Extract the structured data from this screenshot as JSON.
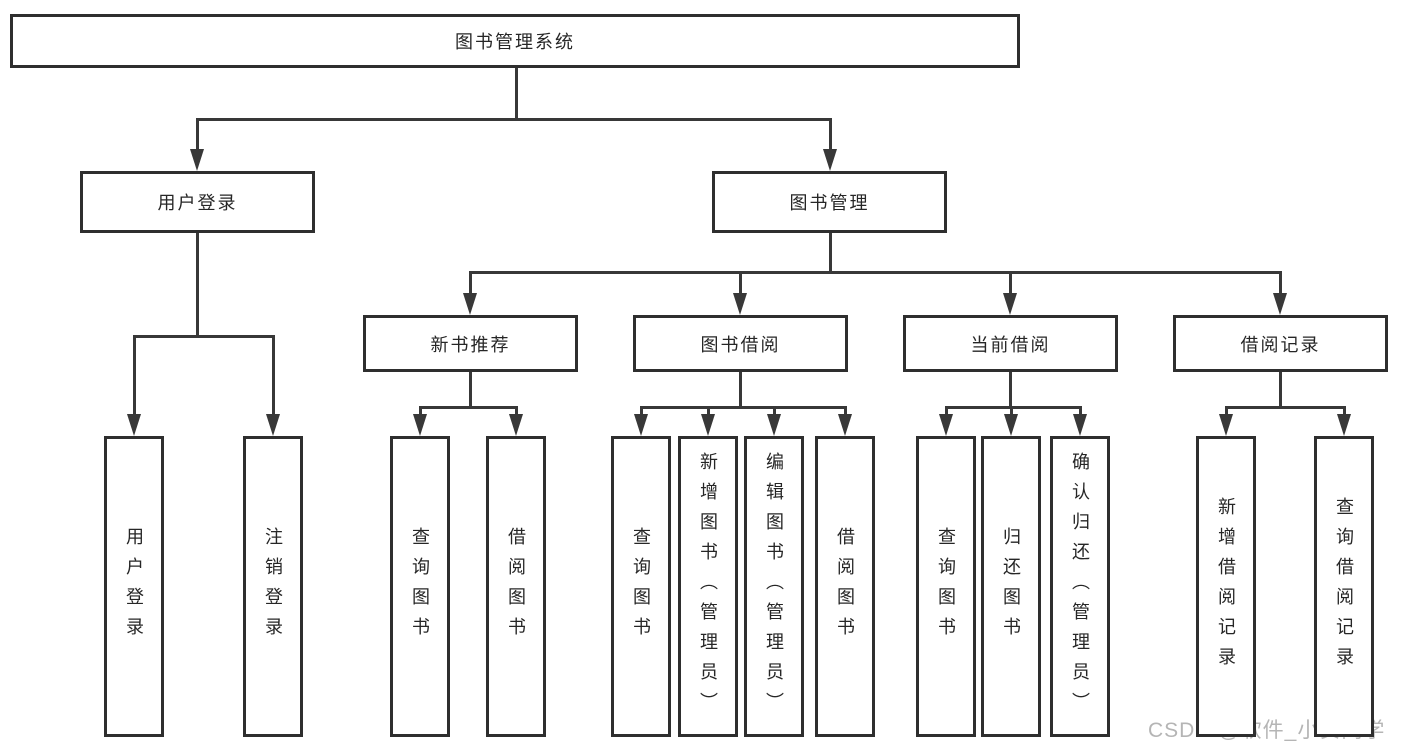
{
  "diagram": {
    "title": "图书管理系统",
    "nodes": [
      {
        "id": "root",
        "label": "图书管理系统"
      },
      {
        "id": "user-login",
        "label": "用户登录"
      },
      {
        "id": "book-management",
        "label": "图书管理"
      },
      {
        "id": "new-book-recommend",
        "label": "新书推荐"
      },
      {
        "id": "book-borrow",
        "label": "图书借阅"
      },
      {
        "id": "current-borrow",
        "label": "当前借阅"
      },
      {
        "id": "borrow-records",
        "label": "借阅记录"
      },
      {
        "id": "leaf-user-login",
        "label": "用户登录"
      },
      {
        "id": "leaf-logout",
        "label": "注销登录"
      },
      {
        "id": "leaf-query-book-1",
        "label": "查询图书"
      },
      {
        "id": "leaf-borrow-book-1",
        "label": "借阅图书"
      },
      {
        "id": "leaf-query-book-2",
        "label": "查询图书"
      },
      {
        "id": "leaf-add-book-admin",
        "label": "新增图书（管理员）"
      },
      {
        "id": "leaf-edit-book-admin",
        "label": "编辑图书（管理员）"
      },
      {
        "id": "leaf-borrow-book-2",
        "label": "借阅图书"
      },
      {
        "id": "leaf-query-book-3",
        "label": "查询图书"
      },
      {
        "id": "leaf-return-book",
        "label": "归还图书"
      },
      {
        "id": "leaf-confirm-return-admin",
        "label": "确认归还（管理员）"
      },
      {
        "id": "leaf-add-borrow-record",
        "label": "新增借阅记录"
      },
      {
        "id": "leaf-query-borrow-record",
        "label": "查询借阅记录"
      }
    ],
    "edges": [
      {
        "from": "root",
        "to": "user-login"
      },
      {
        "from": "root",
        "to": "book-management"
      },
      {
        "from": "user-login",
        "to": "leaf-user-login"
      },
      {
        "from": "user-login",
        "to": "leaf-logout"
      },
      {
        "from": "book-management",
        "to": "new-book-recommend"
      },
      {
        "from": "book-management",
        "to": "book-borrow"
      },
      {
        "from": "book-management",
        "to": "current-borrow"
      },
      {
        "from": "book-management",
        "to": "borrow-records"
      },
      {
        "from": "new-book-recommend",
        "to": "leaf-query-book-1"
      },
      {
        "from": "new-book-recommend",
        "to": "leaf-borrow-book-1"
      },
      {
        "from": "book-borrow",
        "to": "leaf-query-book-2"
      },
      {
        "from": "book-borrow",
        "to": "leaf-add-book-admin"
      },
      {
        "from": "book-borrow",
        "to": "leaf-edit-book-admin"
      },
      {
        "from": "book-borrow",
        "to": "leaf-borrow-book-2"
      },
      {
        "from": "current-borrow",
        "to": "leaf-query-book-3"
      },
      {
        "from": "current-borrow",
        "to": "leaf-return-book"
      },
      {
        "from": "current-borrow",
        "to": "leaf-confirm-return-admin"
      },
      {
        "from": "borrow-records",
        "to": "leaf-add-borrow-record"
      },
      {
        "from": "borrow-records",
        "to": "leaf-query-borrow-record"
      }
    ]
  },
  "watermark": {
    "text": "CSDN @软件_小贺同学"
  },
  "colors": {
    "background": "#ffffff",
    "box_border": "#2e2e2e",
    "connector": "#383838",
    "text": "#262626",
    "watermark": "#b5b5b5"
  }
}
